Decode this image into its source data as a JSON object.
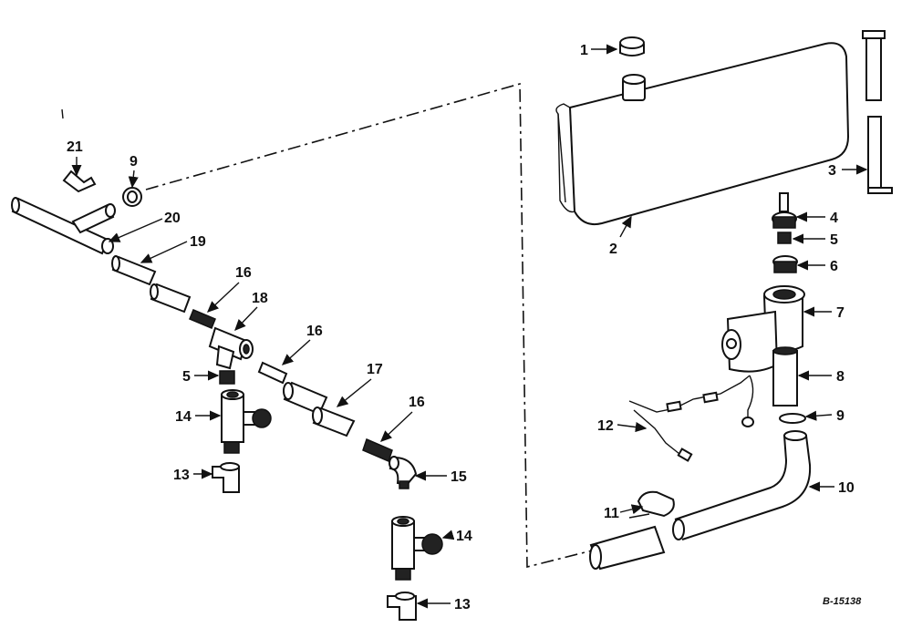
{
  "diagram": {
    "figure_id": "B-15138",
    "callouts": {
      "c1": "1",
      "c2": "2",
      "c3": "3",
      "c4": "4",
      "c5a": "5",
      "c6": "6",
      "c7": "7",
      "c8": "8",
      "c9a": "9",
      "c10": "10",
      "c11": "11",
      "c12": "12",
      "c13a": "13",
      "c14a": "14",
      "c5b": "5",
      "c16a": "16",
      "c18": "18",
      "c19": "19",
      "c20": "20",
      "c21": "21",
      "c9b": "9",
      "c16b": "16",
      "c17": "17",
      "c16c": "16",
      "c15": "15",
      "c14b": "14",
      "c13b": "13"
    }
  }
}
